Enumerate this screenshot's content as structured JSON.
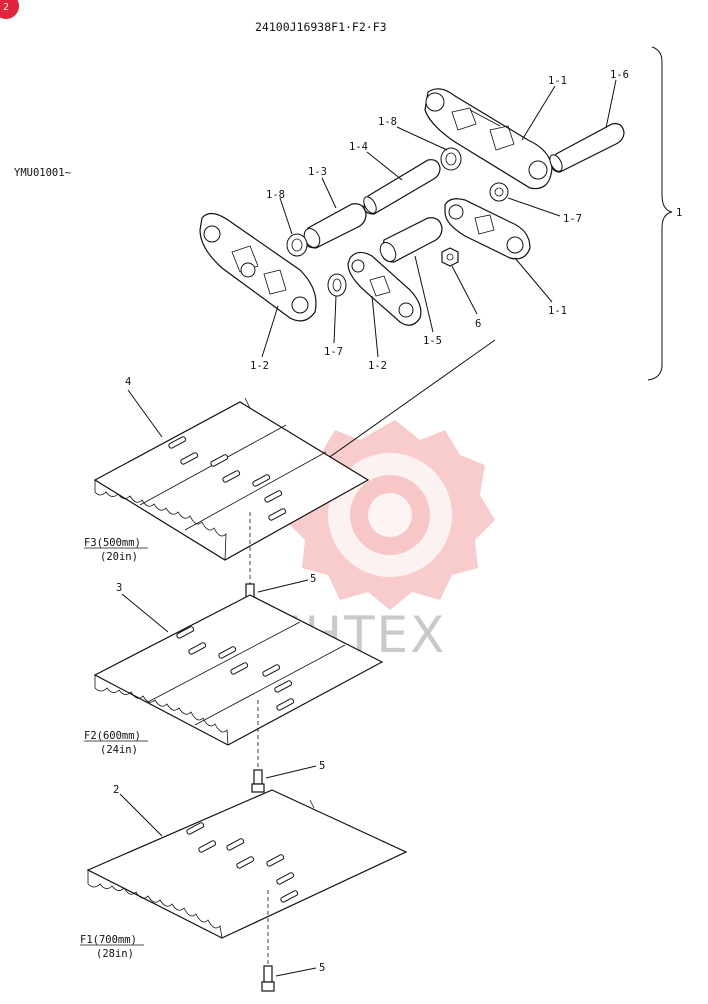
{
  "diagram": {
    "title": "24100J16938F1·F2·F3",
    "serial": "YMU01001~",
    "watermark_text": "ИНТЕХ",
    "badge_text": "2",
    "group_label": "1",
    "link_labels": {
      "l11a": "1-1",
      "l11b": "1-1",
      "l12a": "1-2",
      "l12b": "1-2",
      "l13": "1-3",
      "l14": "1-4",
      "l15": "1-5",
      "l16": "1-6",
      "l17a": "1-7",
      "l17b": "1-7",
      "l18a": "1-8",
      "l18b": "1-8",
      "l6": "6"
    },
    "shoes": [
      {
        "label": "4",
        "size": "F3(500mm)",
        "inch": "(20in)",
        "bolt": "5"
      },
      {
        "label": "3",
        "size": "F2(600mm)",
        "inch": "(24in)",
        "bolt": "5"
      },
      {
        "label": "2",
        "size": "F1(700mm)",
        "inch": "(28in)",
        "bolt": "5"
      }
    ],
    "colors": {
      "line": "#111111",
      "watermark": "#f2a3a3",
      "badge": "#e2243a"
    }
  }
}
